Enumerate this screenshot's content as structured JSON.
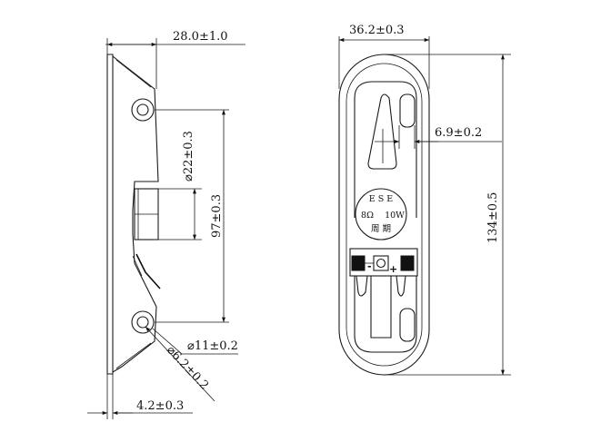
{
  "dimensions": {
    "depth": "28.0±1.0",
    "width": "36.2±0.3",
    "cone_diameter": "⌀22±0.3",
    "hole_spacing": "97±0.3",
    "terminal_offset": "6.9±0.2",
    "length": "134±0.5",
    "hole_outer": "⌀11±0.2",
    "hole_inner": "⌀6.2±0.2",
    "flange": "4.2±0.3"
  },
  "label": {
    "brand": "E S E",
    "rating_ohm": "8Ω",
    "rating_power": "10W",
    "date": "周 期"
  },
  "terminals": {
    "negative": "-",
    "positive": "+"
  }
}
